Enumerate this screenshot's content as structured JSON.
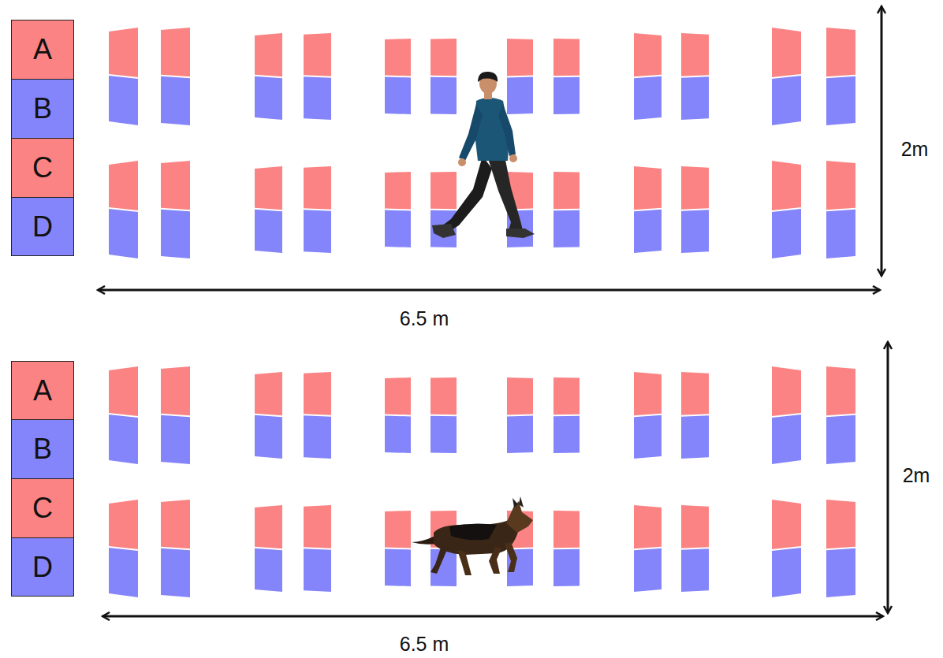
{
  "diagram": {
    "nodes": [
      {
        "text": [
          "A"
        ]
      },
      {
        "text": [
          "B"
        ]
      },
      {
        "text": [
          "C"
        ]
      },
      {
        "text": [
          "D"
        ]
      },
      {
        "text": [
          "A"
        ]
      },
      {
        "text": [
          "B"
        ]
      },
      {
        "text": [
          "C"
        ]
      },
      {
        "text": [
          "D"
        ]
      }
    ],
    "labels": [
      "2m",
      "6.5 m",
      "2m",
      "6.5 m"
    ]
  }
}
